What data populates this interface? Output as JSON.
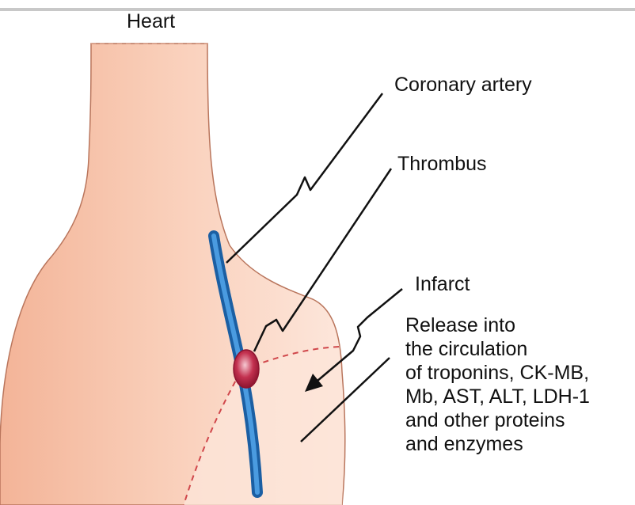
{
  "labels": {
    "heart": "Heart",
    "coronary_artery": "Coronary artery",
    "thrombus": "Thrombus",
    "infarct": "Infarct",
    "release_lines": [
      "Release into",
      "the circulation",
      "of troponins, CK-MB,",
      "Mb, AST, ALT, LDH-1",
      "and other proteins",
      "and enzymes"
    ]
  },
  "colors": {
    "heart_fill_dark": "#f3b498",
    "heart_fill_light": "#fde7dc",
    "heart_outline": "#b9755c",
    "infarct_fill": "#fde5d8",
    "infarct_boundary": "#d0474b",
    "artery": "#2f7fc6",
    "artery_edge": "#1b5fa3",
    "thrombus": "#c3314f",
    "leader": "#111111",
    "top_rule": "#c8c8c8"
  }
}
